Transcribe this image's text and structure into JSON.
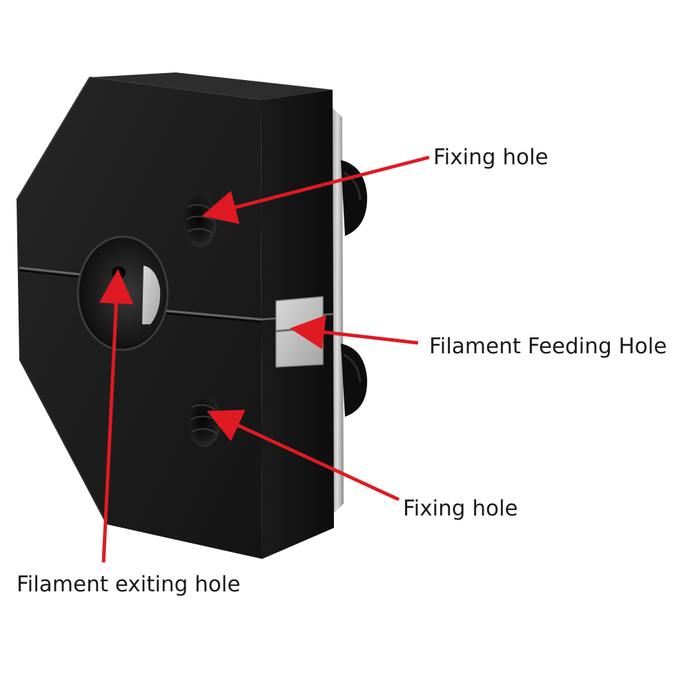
{
  "labels": {
    "fixing_hole_top": "Fixing hole",
    "feeding_hole": "Filament Feeding Hole",
    "fixing_hole_bottom": "Fixing hole",
    "exiting_hole": "Filament exiting hole"
  },
  "colors": {
    "arrow": "#e01a22",
    "body": "#151515",
    "body_front": "#1f1f1f",
    "body_top": "#2a2a2a",
    "body_side": "#0f0f0f",
    "back_plate": "#c8c8c8",
    "steel_insert": "#b9b9b9",
    "text": "#1a1a1a",
    "background": "#ffffff"
  }
}
